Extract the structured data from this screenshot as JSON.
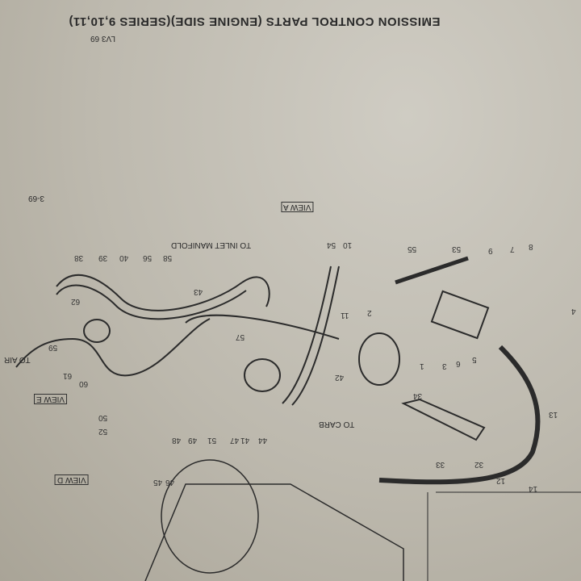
{
  "header": {
    "title": "EMISSION CONTROL PARTS (ENGINE SIDE)(SERIES 9,10,11)",
    "code": "LV3 69",
    "page": "3-69"
  },
  "labels": {
    "view_a": "VIEW A",
    "view_e": "VIEW E",
    "view_d": "VIEW D",
    "to_inlet": "TO INLET MANIFOLD",
    "to_carb": "TO CARB",
    "to_air": "TO AIR"
  },
  "part_numbers": [
    "8",
    "7",
    "9",
    "53",
    "55",
    "10",
    "54",
    "58",
    "56",
    "40",
    "39",
    "38",
    "62",
    "43",
    "57",
    "2",
    "1",
    "3",
    "6",
    "5",
    "11",
    "42",
    "34",
    "32",
    "33",
    "44",
    "41",
    "47",
    "51",
    "49",
    "48",
    "50",
    "52",
    "45",
    "46",
    "60",
    "61",
    "59",
    "12",
    "13",
    "14",
    "4"
  ]
}
